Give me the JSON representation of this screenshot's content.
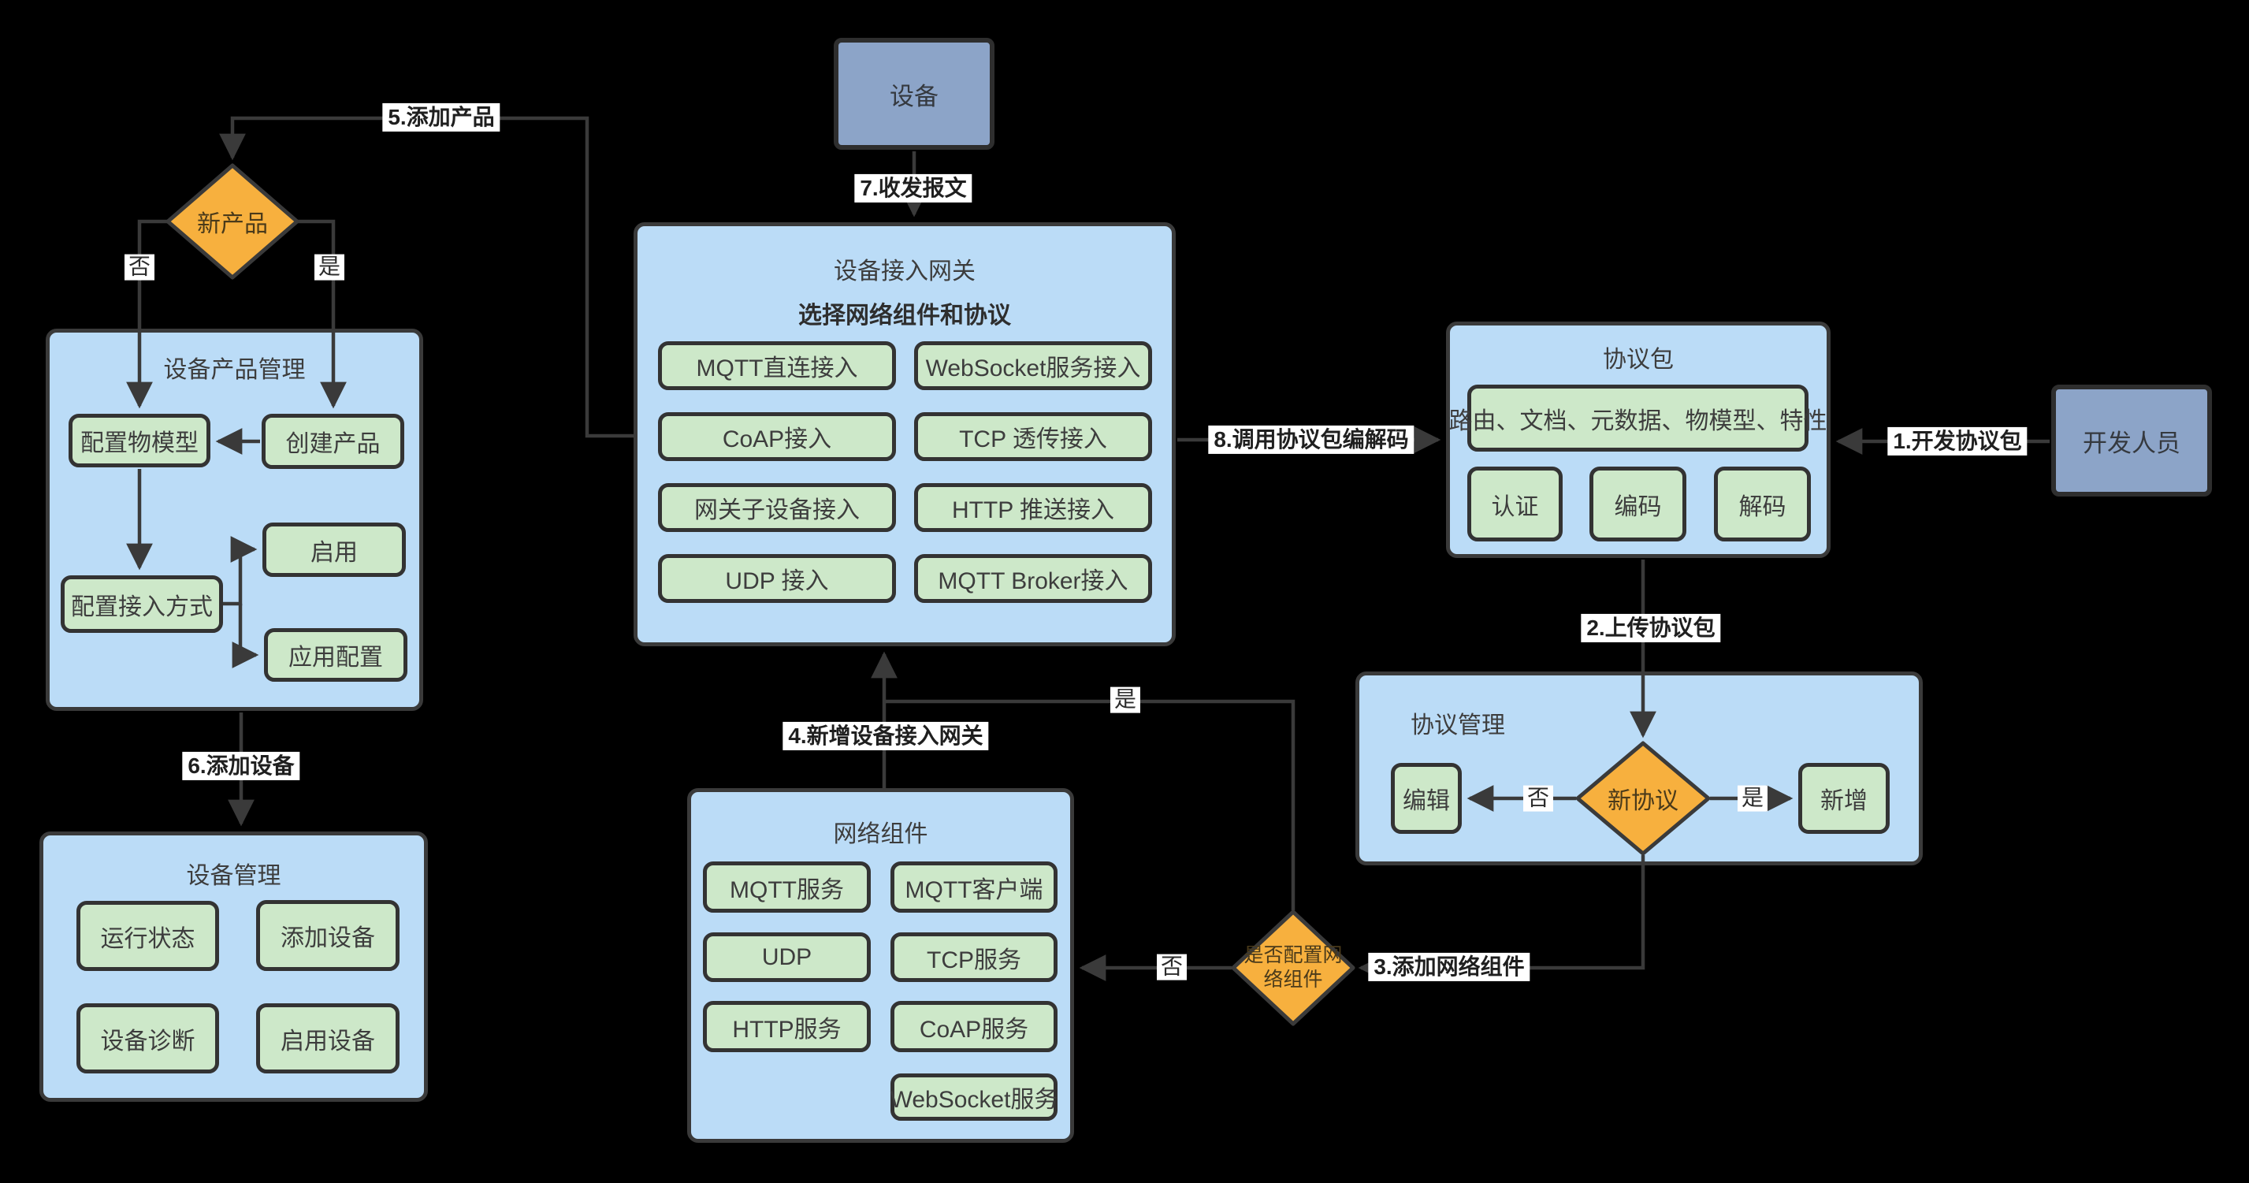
{
  "colors": {
    "background": "#000000",
    "container_fill": "#BBDCF7",
    "container_border": "#3A3A3A",
    "node_fill": "#CDE8C9",
    "node_border": "#333333",
    "actor_fill": "#8CA4C8",
    "diamond_fill": "#F7B03E",
    "edge_line": "#3A3A3A",
    "edge_label_bg": "#FFFFFF",
    "text": "#3D3D3D"
  },
  "actors": {
    "device": "设备",
    "developer": "开发人员"
  },
  "diamonds": {
    "new_product": "新产品",
    "new_protocol": "新协议",
    "config_network": "是否配置网络组件"
  },
  "containers": {
    "product_mgmt": {
      "title": "设备产品管理",
      "buttons": [
        "配置物模型",
        "创建产品",
        "配置接入方式",
        "启用",
        "应用配置"
      ]
    },
    "gateway": {
      "title": "设备接入网关",
      "subtitle": "选择网络组件和协议",
      "buttons": [
        "MQTT直连接入",
        "WebSocket服务接入",
        "CoAP接入",
        "TCP 透传接入",
        "网关子设备接入",
        "HTTP 推送接入",
        "UDP 接入",
        "MQTT Broker接入"
      ]
    },
    "protocol_pkg": {
      "title": "协议包",
      "wide_button": "路由、文档、元数据、物模型、特性",
      "buttons": [
        "认证",
        "编码",
        "解码"
      ]
    },
    "protocol_mgmt": {
      "title": "协议管理",
      "buttons": [
        "编辑",
        "新增"
      ]
    },
    "network": {
      "title": "网络组件",
      "buttons": [
        "MQTT服务",
        "MQTT客户端",
        "UDP",
        "TCP服务",
        "HTTP服务",
        "CoAP服务",
        "WebSocket服务"
      ]
    },
    "device_mgmt": {
      "title": "设备管理",
      "buttons": [
        "运行状态",
        "添加设备",
        "设备诊断",
        "启用设备"
      ]
    }
  },
  "edge_labels": {
    "step1": "1.开发协议包",
    "step2": "2.上传协议包",
    "step3": "3.添加网络组件",
    "step4": "4.新增设备接入网关",
    "step5": "5.添加产品",
    "step6": "6.添加设备",
    "step7": "7.收发报文",
    "step8": "8.调用协议包编解码",
    "yes": "是",
    "no": "否"
  }
}
